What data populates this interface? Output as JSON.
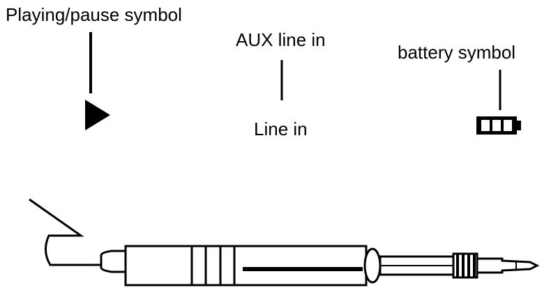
{
  "labels": {
    "play_pause": "Playing/pause symbol",
    "aux_line_in": "AUX line in",
    "line_in": "Line in",
    "battery": "battery symbol"
  },
  "icons": {
    "play": "play-triangle-icon",
    "battery": "battery-three-bars-icon",
    "cable": "aux-jack-plug-icon"
  },
  "colors": {
    "ink": "#000000",
    "background": "#ffffff"
  }
}
